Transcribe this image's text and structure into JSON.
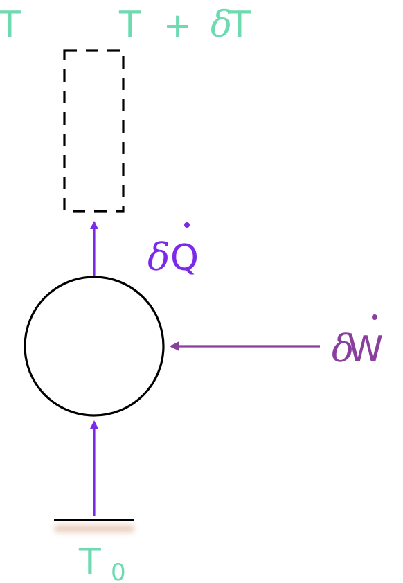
{
  "labels": {
    "temperature": "T",
    "temperature_increment": "T + δT",
    "heat_rate": "δQ̇",
    "work_rate": "δẆ",
    "reservoir_temperature": "T₀"
  },
  "text_parts": {
    "T": "T",
    "plus": "+",
    "delta": "δ",
    "Q": "Q",
    "W": "W",
    "zero": "0"
  },
  "colors": {
    "temperature_text": "#6ddab0",
    "heat_arrow": "#7b2be8",
    "work_arrow": "#8a3f9e",
    "outline": "#000000",
    "reservoir_shadow": "#d9a98a"
  }
}
